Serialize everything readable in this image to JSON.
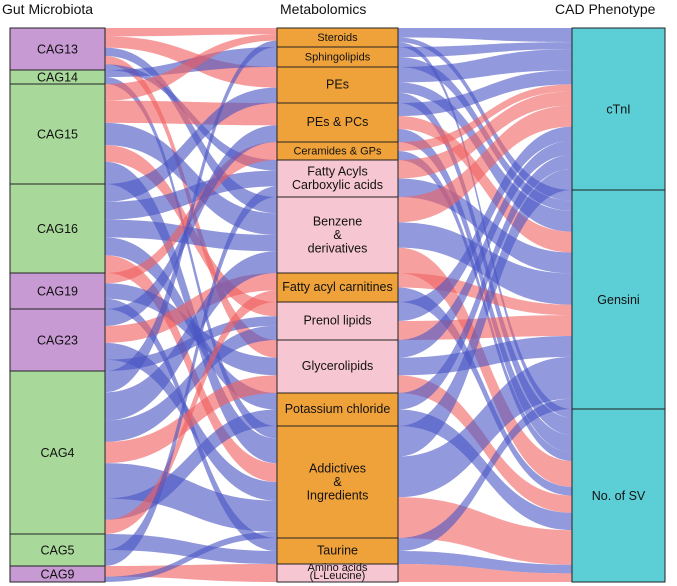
{
  "headers": {
    "left": "Gut Microbiota",
    "middle": "Metabolomics",
    "right": "CAD Phenotype"
  },
  "colors": {
    "microbe_purple": "#c89ad4",
    "microbe_green": "#a8d99a",
    "metab_orange": "#f0a23a",
    "metab_pink": "#f6c6d2",
    "pheno_cyan": "#5ccfd6",
    "flow_red": "#f06060",
    "flow_blue": "#4a55c4"
  },
  "microbiota": [
    {
      "id": "CAG13",
      "label": "CAG13",
      "color": "purple"
    },
    {
      "id": "CAG14",
      "label": "CAG14",
      "color": "green"
    },
    {
      "id": "CAG15",
      "label": "CAG15",
      "color": "green"
    },
    {
      "id": "CAG16",
      "label": "CAG16",
      "color": "green"
    },
    {
      "id": "CAG19",
      "label": "CAG19",
      "color": "purple"
    },
    {
      "id": "CAG23",
      "label": "CAG23",
      "color": "purple"
    },
    {
      "id": "CAG4",
      "label": "CAG4",
      "color": "green"
    },
    {
      "id": "CAG5",
      "label": "CAG5",
      "color": "green"
    },
    {
      "id": "CAG9",
      "label": "CAG9",
      "color": "purple"
    }
  ],
  "metabolomics": [
    {
      "id": "steroids",
      "lines": [
        "Steroids"
      ],
      "color": "orange"
    },
    {
      "id": "sphingolipids",
      "lines": [
        "Sphingolipids"
      ],
      "color": "orange"
    },
    {
      "id": "pes",
      "lines": [
        "PEs"
      ],
      "color": "orange"
    },
    {
      "id": "pes-pcs",
      "lines": [
        "PEs & PCs"
      ],
      "color": "orange"
    },
    {
      "id": "ceramides-gps",
      "lines": [
        "Ceramides & GPs"
      ],
      "color": "orange"
    },
    {
      "id": "fatty-acyls",
      "lines": [
        "Fatty Acyls",
        "Carboxylic acids"
      ],
      "color": "pink"
    },
    {
      "id": "benzene",
      "lines": [
        "Benzene",
        "&",
        "derivatives"
      ],
      "color": "pink"
    },
    {
      "id": "fatty-acyl-carnitines",
      "lines": [
        "Fatty acyl carnitines"
      ],
      "color": "orange"
    },
    {
      "id": "prenol-lipids",
      "lines": [
        "Prenol lipids"
      ],
      "color": "pink"
    },
    {
      "id": "glycerolipids",
      "lines": [
        "Glycerolipids"
      ],
      "color": "pink"
    },
    {
      "id": "potassium-chloride",
      "lines": [
        "Potassium chloride"
      ],
      "color": "orange"
    },
    {
      "id": "addictives",
      "lines": [
        "Addictives",
        "&",
        "Ingredients"
      ],
      "color": "orange"
    },
    {
      "id": "taurine",
      "lines": [
        "Taurine"
      ],
      "color": "orange"
    },
    {
      "id": "amino-acids",
      "lines": [
        "Amino acids",
        "(L-Leucine)"
      ],
      "color": "pink"
    }
  ],
  "phenotypes": [
    {
      "id": "ctni",
      "label": "cTnI"
    },
    {
      "id": "gensini",
      "label": "Gensini"
    },
    {
      "id": "sv",
      "label": "No. of SV"
    }
  ],
  "flows_left": [
    {
      "from": "CAG13",
      "to": "steroids",
      "sign": "pos",
      "w": 3
    },
    {
      "from": "CAG13",
      "to": "pes",
      "sign": "pos",
      "w": 4
    },
    {
      "from": "CAG13",
      "to": "benzene",
      "sign": "neg",
      "w": 3
    },
    {
      "from": "CAG13",
      "to": "glycerolipids",
      "sign": "pos",
      "w": 3
    },
    {
      "from": "CAG13",
      "to": "fatty-acyls",
      "sign": "neg",
      "w": 2
    },
    {
      "from": "CAG14",
      "to": "sphingolipids",
      "sign": "neg",
      "w": 2
    },
    {
      "from": "CAG14",
      "to": "addictives",
      "sign": "neg",
      "w": 2
    },
    {
      "from": "CAG15",
      "to": "steroids",
      "sign": "pos",
      "w": 3
    },
    {
      "from": "CAG15",
      "to": "pes-pcs",
      "sign": "pos",
      "w": 4
    },
    {
      "from": "CAG15",
      "to": "benzene",
      "sign": "neg",
      "w": 4
    },
    {
      "from": "CAG15",
      "to": "prenol-lipids",
      "sign": "pos",
      "w": 3
    },
    {
      "from": "CAG15",
      "to": "addictives",
      "sign": "neg",
      "w": 4
    },
    {
      "from": "CAG16",
      "to": "pes",
      "sign": "neg",
      "w": 3
    },
    {
      "from": "CAG16",
      "to": "fatty-acyls",
      "sign": "neg",
      "w": 3
    },
    {
      "from": "CAG16",
      "to": "benzene",
      "sign": "neg",
      "w": 3
    },
    {
      "from": "CAG16",
      "to": "potassium-chloride",
      "sign": "neg",
      "w": 3
    },
    {
      "from": "CAG16",
      "to": "addictives",
      "sign": "pos",
      "w": 3
    },
    {
      "from": "CAG19",
      "to": "ceramides-gps",
      "sign": "pos",
      "w": 2
    },
    {
      "from": "CAG19",
      "to": "glycerolipids",
      "sign": "neg",
      "w": 3
    },
    {
      "from": "CAG19",
      "to": "taurine",
      "sign": "neg",
      "w": 2
    },
    {
      "from": "CAG23",
      "to": "pes-pcs",
      "sign": "neg",
      "w": 3
    },
    {
      "from": "CAG23",
      "to": "fatty-acyl-carnitines",
      "sign": "pos",
      "w": 3
    },
    {
      "from": "CAG23",
      "to": "addictives",
      "sign": "neg",
      "w": 3
    },
    {
      "from": "CAG23",
      "to": "prenol-lipids",
      "sign": "neg",
      "w": 2
    },
    {
      "from": "CAG4",
      "to": "steroids",
      "sign": "neg",
      "w": 3
    },
    {
      "from": "CAG4",
      "to": "benzene",
      "sign": "neg",
      "w": 4
    },
    {
      "from": "CAG4",
      "to": "prenol-lipids",
      "sign": "neg",
      "w": 3
    },
    {
      "from": "CAG4",
      "to": "glycerolipids",
      "sign": "pos",
      "w": 3
    },
    {
      "from": "CAG4",
      "to": "addictives",
      "sign": "neg",
      "w": 5
    },
    {
      "from": "CAG4",
      "to": "potassium-chloride",
      "sign": "neg",
      "w": 3
    },
    {
      "from": "CAG4",
      "to": "fatty-acyl-carnitines",
      "sign": "pos",
      "w": 2
    },
    {
      "from": "CAG5",
      "to": "taurine",
      "sign": "neg",
      "w": 2
    },
    {
      "from": "CAG5",
      "to": "fatty-acyls",
      "sign": "neg",
      "w": 2
    },
    {
      "from": "CAG9",
      "to": "amino-acids",
      "sign": "pos",
      "w": 2
    },
    {
      "from": "CAG9",
      "to": "addictives",
      "sign": "neg",
      "w": 1
    }
  ],
  "flows_right": [
    {
      "from": "steroids",
      "to": "ctni",
      "sign": "neg",
      "w": 2
    },
    {
      "from": "steroids",
      "to": "gensini",
      "sign": "neg",
      "w": 1
    },
    {
      "from": "steroids",
      "to": "sv",
      "sign": "neg",
      "w": 1
    },
    {
      "from": "sphingolipids",
      "to": "ctni",
      "sign": "neg",
      "w": 1
    },
    {
      "from": "sphingolipids",
      "to": "gensini",
      "sign": "neg",
      "w": 1
    },
    {
      "from": "pes",
      "to": "ctni",
      "sign": "neg",
      "w": 3
    },
    {
      "from": "pes",
      "to": "gensini",
      "sign": "neg",
      "w": 2
    },
    {
      "from": "pes",
      "to": "sv",
      "sign": "neg",
      "w": 2
    },
    {
      "from": "pes-pcs",
      "to": "ctni",
      "sign": "neg",
      "w": 2
    },
    {
      "from": "pes-pcs",
      "to": "gensini",
      "sign": "pos",
      "w": 2
    },
    {
      "from": "pes-pcs",
      "to": "sv",
      "sign": "neg",
      "w": 2
    },
    {
      "from": "ceramides-gps",
      "to": "ctni",
      "sign": "pos",
      "w": 1
    },
    {
      "from": "ceramides-gps",
      "to": "sv",
      "sign": "neg",
      "w": 1
    },
    {
      "from": "fatty-acyls",
      "to": "ctni",
      "sign": "pos",
      "w": 2
    },
    {
      "from": "fatty-acyls",
      "to": "gensini",
      "sign": "neg",
      "w": 2
    },
    {
      "from": "benzene",
      "to": "ctni",
      "sign": "pos",
      "w": 3
    },
    {
      "from": "benzene",
      "to": "gensini",
      "sign": "neg",
      "w": 3
    },
    {
      "from": "benzene",
      "to": "sv",
      "sign": "pos",
      "w": 3
    },
    {
      "from": "fatty-acyl-carnitines",
      "to": "gensini",
      "sign": "pos",
      "w": 1
    },
    {
      "from": "fatty-acyl-carnitines",
      "to": "sv",
      "sign": "neg",
      "w": 1
    },
    {
      "from": "prenol-lipids",
      "to": "ctni",
      "sign": "neg",
      "w": 2
    },
    {
      "from": "prenol-lipids",
      "to": "gensini",
      "sign": "pos",
      "w": 2
    },
    {
      "from": "glycerolipids",
      "to": "ctni",
      "sign": "neg",
      "w": 2
    },
    {
      "from": "glycerolipids",
      "to": "gensini",
      "sign": "neg",
      "w": 2
    },
    {
      "from": "glycerolipids",
      "to": "sv",
      "sign": "pos",
      "w": 2
    },
    {
      "from": "potassium-chloride",
      "to": "ctni",
      "sign": "neg",
      "w": 2
    },
    {
      "from": "potassium-chloride",
      "to": "sv",
      "sign": "neg",
      "w": 2
    },
    {
      "from": "addictives",
      "to": "ctni",
      "sign": "neg",
      "w": 3
    },
    {
      "from": "addictives",
      "to": "gensini",
      "sign": "neg",
      "w": 4
    },
    {
      "from": "addictives",
      "to": "sv",
      "sign": "pos",
      "w": 4
    },
    {
      "from": "taurine",
      "to": "gensini",
      "sign": "neg",
      "w": 1
    },
    {
      "from": "taurine",
      "to": "sv",
      "sign": "neg",
      "w": 1
    },
    {
      "from": "amino-acids",
      "to": "sv",
      "sign": "pos",
      "w": 1
    }
  ]
}
